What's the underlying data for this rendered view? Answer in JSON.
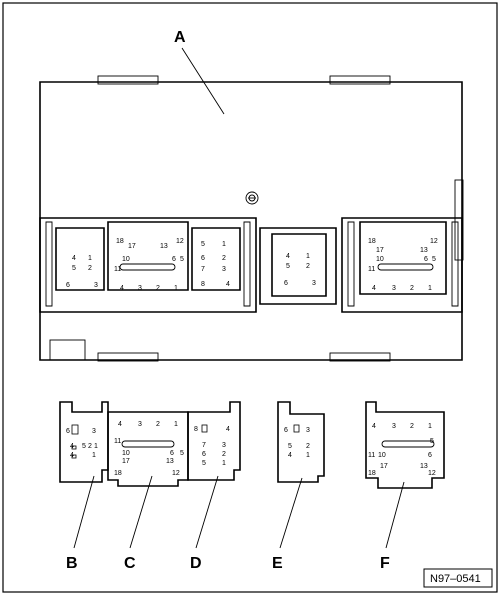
{
  "diagram": {
    "labels": {
      "a": "A",
      "b": "B",
      "c": "C",
      "d": "D",
      "e": "E",
      "f": "F"
    },
    "reference_code": "N97–0541",
    "pins": {
      "b": [
        "6",
        "3",
        "4",
        "5",
        "1",
        "2",
        "4",
        "1"
      ],
      "c": [
        "4",
        "3",
        "2",
        "1",
        "11",
        "10",
        "6",
        "5",
        "17",
        "13",
        "18",
        "12"
      ],
      "d": [
        "8",
        "4",
        "7",
        "3",
        "6",
        "2",
        "5",
        "1"
      ],
      "e": [
        "6",
        "3",
        "5",
        "2",
        "4",
        "1"
      ],
      "f": [
        "4",
        "3",
        "2",
        "1",
        "5",
        "11",
        "10",
        "6",
        "17",
        "13",
        "18",
        "12"
      ],
      "top_left": [
        "18",
        "17",
        "13",
        "12",
        "10",
        "6",
        "5",
        "11",
        "4",
        "3",
        "2",
        "1"
      ],
      "top_b": [
        "4",
        "1",
        "5",
        "2",
        "6",
        "3"
      ],
      "top_d": [
        "5",
        "1",
        "6",
        "2",
        "7",
        "3",
        "8",
        "4"
      ],
      "top_e": [
        "4",
        "1",
        "5",
        "2",
        "6",
        "3"
      ],
      "top_f": [
        "18",
        "12",
        "17",
        "13",
        "10",
        "6",
        "5",
        "11",
        "4",
        "3",
        "2",
        "1"
      ]
    }
  }
}
